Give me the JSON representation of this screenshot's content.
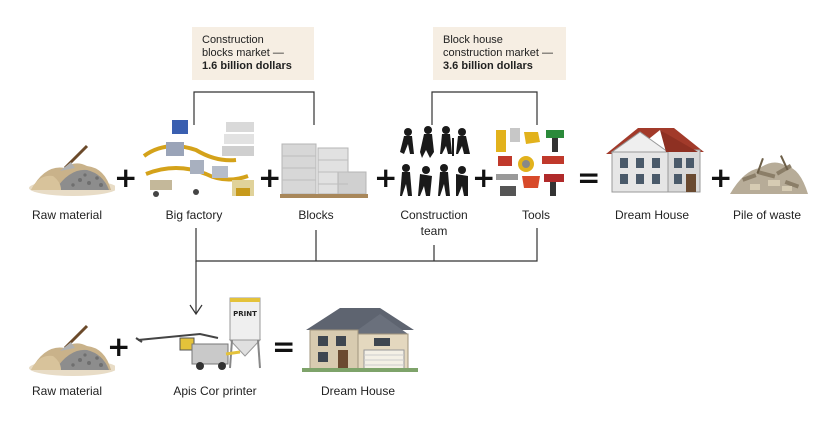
{
  "callouts": {
    "blocks_market": {
      "line1": "Construction",
      "line2": "blocks market —",
      "value": "1.6 billion dollars"
    },
    "block_house_market": {
      "line1": "Block house",
      "line2": "construction market —",
      "value": "3.6 billion dollars"
    }
  },
  "top_row": {
    "raw_material": "Raw material",
    "big_factory": "Big factory",
    "blocks": "Blocks",
    "construction_team_line1": "Construction",
    "construction_team_line2": "team",
    "tools": "Tools",
    "dream_house": "Dream House",
    "pile_of_waste": "Pile of waste"
  },
  "bottom_row": {
    "raw_material": "Raw material",
    "printer": "Apis Cor printer",
    "dream_house": "Dream House"
  },
  "operators": {
    "plus": "+",
    "equals": "="
  },
  "silo_text": "PRINT"
}
